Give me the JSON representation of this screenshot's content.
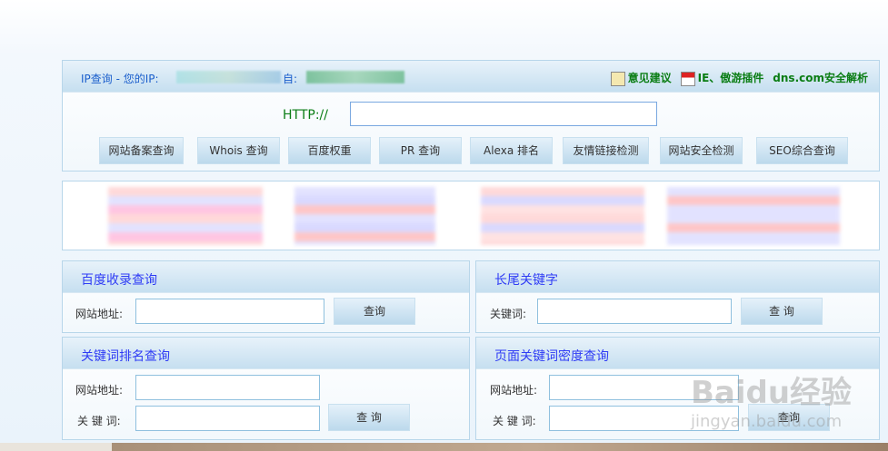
{
  "top": {
    "ip_label": "IP查询 - 您的IP:",
    "from_label": "自:",
    "links": [
      {
        "icon": "edit-icon",
        "label": "意见建议"
      },
      {
        "icon": "calendar-icon",
        "label": "IE、傲游插件"
      },
      {
        "icon": "",
        "label": "dns.com安全解析"
      }
    ]
  },
  "search": {
    "prefix": "HTTP://",
    "value": "",
    "buttons": [
      "网站备案查询",
      "Whois 查询",
      "百度权重",
      "PR 查询",
      "Alexa 排名",
      "友情链接检测",
      "网站安全检测",
      "SEO综合查询"
    ]
  },
  "panels": {
    "baidu": {
      "title": "百度收录查询",
      "url_label": "网站地址:",
      "button": "查询"
    },
    "longtail": {
      "title": "长尾关键字",
      "kw_label": "关键词:",
      "button": "查 询"
    },
    "rank": {
      "title": "关键词排名查询",
      "url_label": "网站地址:",
      "kw_label": "关 键 词:",
      "button": "查 询"
    },
    "density": {
      "title": "页面关键词密度查询",
      "url_label": "网站地址:",
      "kw_label": "关 键 词:",
      "button": "查询"
    }
  },
  "watermark": {
    "brand": "Baidu经验",
    "url": "jingyan.baidu.com"
  },
  "colors": {
    "accent": "#1a5ecc",
    "link": "#0a7d14",
    "panel_title": "#2f3cf5"
  }
}
